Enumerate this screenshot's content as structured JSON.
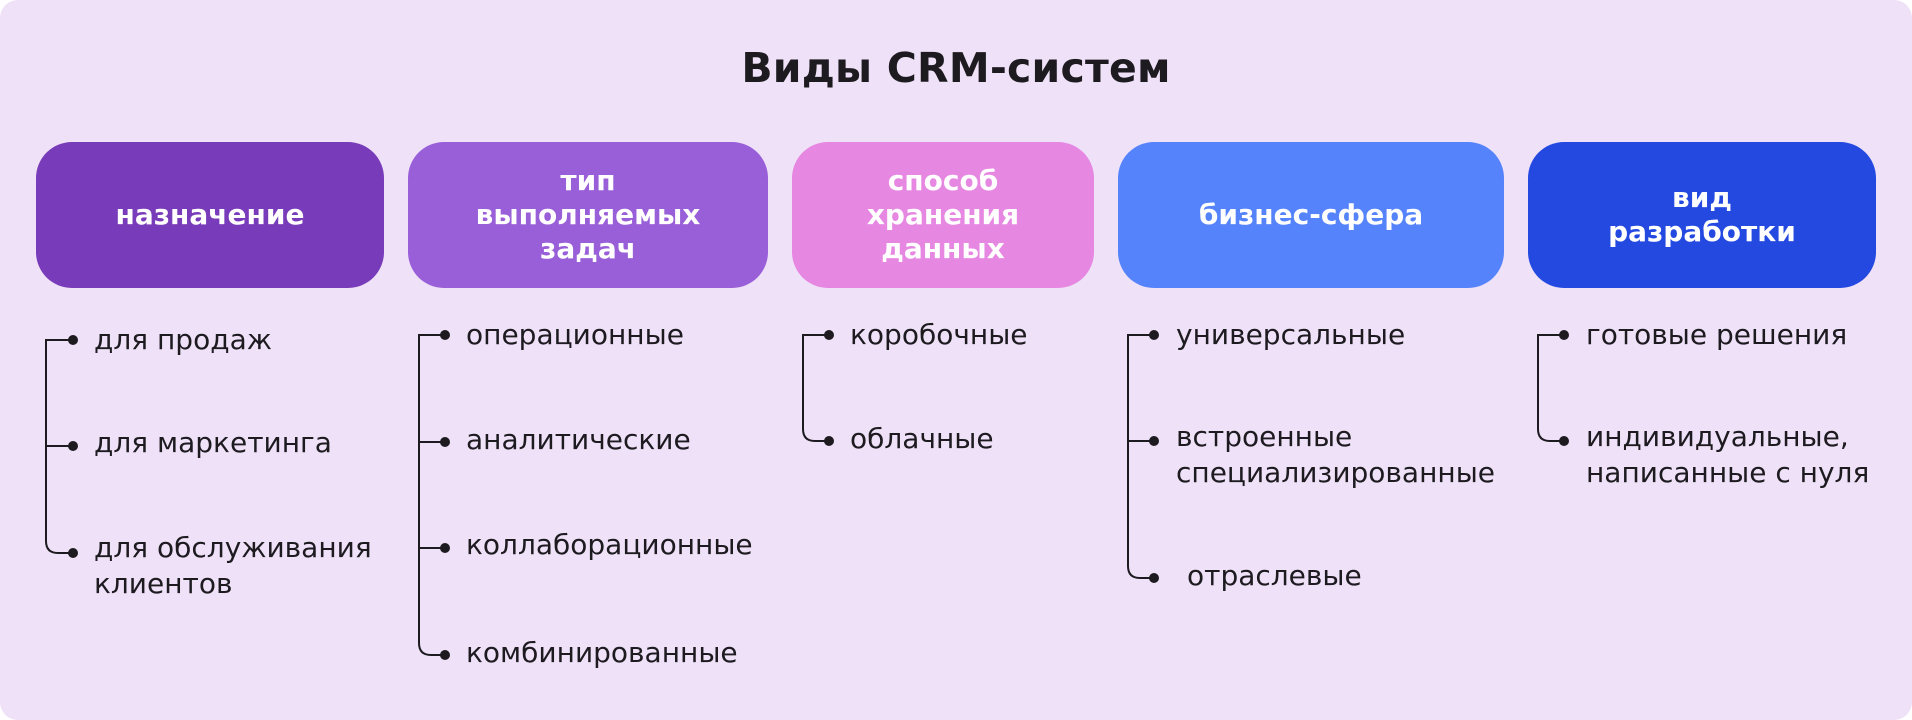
{
  "title": "Виды CRM-систем",
  "colors": {
    "background": "#efe2f8",
    "purpose": "#783bb9",
    "task_type": "#995fd8",
    "storage": "#e687e2",
    "business": "#5583fb",
    "development": "#2349e0",
    "line": "#1d1a20"
  },
  "categories": [
    {
      "label": "назначение",
      "items": [
        "для продаж",
        "для маркетинга",
        "для обслуживания\nклиентов"
      ]
    },
    {
      "label": "тип\nвыполняемых\nзадач",
      "items": [
        "операционные",
        "аналитические",
        "коллаборационные",
        "комбинированные"
      ]
    },
    {
      "label": "способ\nхранения\nданных",
      "items": [
        "коробочные",
        "облачные"
      ]
    },
    {
      "label": "бизнес-сфера",
      "items": [
        "универсальные",
        "встроенные\nспециализированные",
        "отраслевые"
      ]
    },
    {
      "label": "вид\nразработки",
      "items": [
        "готовые решения",
        "индивидуальные,\nнаписанные с нуля"
      ]
    }
  ]
}
